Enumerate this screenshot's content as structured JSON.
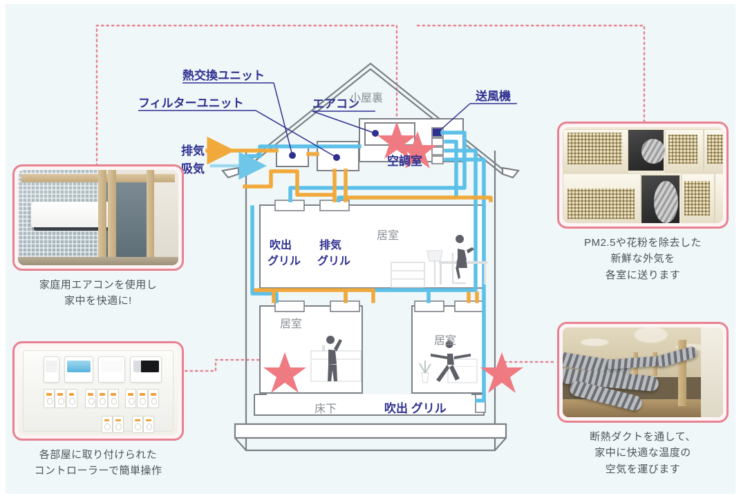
{
  "meta": {
    "background_color": "#eff7f9",
    "accent_pink": "#e8818f",
    "label_navy": "#2e2f8f",
    "duct_supply_blue": "#5cc0e8",
    "duct_exhaust_orange": "#f2a93b",
    "outline_gray": "#7b7f85"
  },
  "diagram": {
    "title": "house-hvac-cutaway",
    "labels": {
      "heat_exchange_unit": "熱交換ユニット",
      "filter_unit": "フィルターユニット",
      "air_conditioner": "エアコン",
      "blower": "送風機",
      "attic": "小屋裏",
      "hvac_room": "空調室",
      "exhaust_air": "排気",
      "intake_air": "吸気",
      "living_room_1": "居室",
      "living_room_2": "居室",
      "living_room_3": "居室",
      "supply_grille_upper": "吹出\nグリル",
      "exhaust_grille_upper": "排気\nグリル",
      "supply_grille_label_line1": "吹出",
      "supply_grille_label_line2": "グリル",
      "exhaust_grille_label_line1": "排気",
      "exhaust_grille_label_line2": "グリル",
      "under_floor": "床下",
      "supply_grille_floor": "吹出 グリル"
    }
  },
  "photos": [
    {
      "id": "photo-air-conditioner",
      "name": "air-conditioner-photo",
      "position": "left-top",
      "caption_lines": [
        "家庭用エアコンを使用し",
        "家中を快適に!"
      ]
    },
    {
      "id": "photo-controller",
      "name": "controller-panel-photo",
      "position": "left-bottom",
      "caption_lines": [
        "各部屋に取り付けられた",
        "コントローラーで簡単操作"
      ]
    },
    {
      "id": "photo-grille",
      "name": "ceiling-grille-photo",
      "position": "right-top",
      "caption_lines": [
        "PM2.5や花粉を除去した",
        "新鮮な外気を",
        "各室に送ります"
      ]
    },
    {
      "id": "photo-duct",
      "name": "insulated-duct-photo",
      "position": "right-bottom",
      "caption_lines": [
        "断熱ダクトを通して、",
        "家中に快適な温度の",
        "空気を運びます"
      ]
    }
  ]
}
